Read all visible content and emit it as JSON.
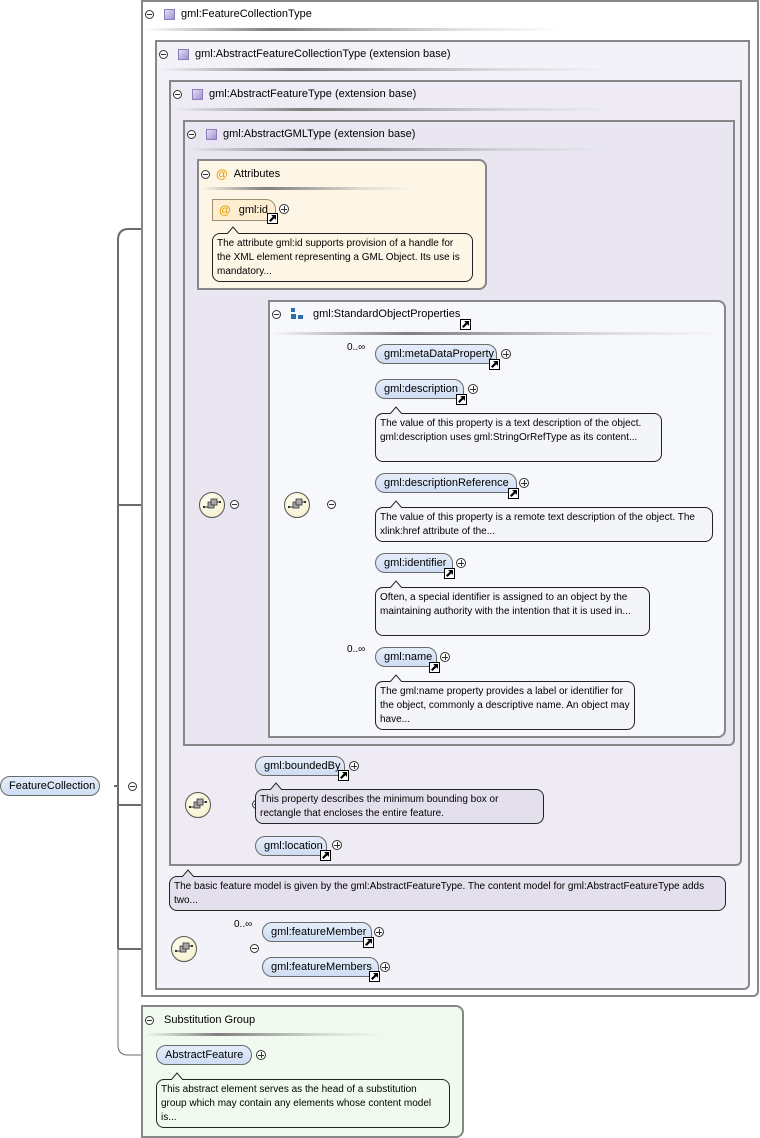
{
  "root_element": {
    "label": "FeatureCollection"
  },
  "type_box": {
    "label": "gml:FeatureCollectionType"
  },
  "base1": {
    "label": "gml:AbstractFeatureCollectionType (extension base)"
  },
  "base2": {
    "label": "gml:AbstractFeatureType (extension base)"
  },
  "base3": {
    "label": "gml:AbstractGMLType (extension base)"
  },
  "attributes": {
    "label": "Attributes",
    "items": [
      {
        "name": "gml:id",
        "doc": "The attribute gml:id supports provision of a handle for the XML element representing a GML Object. Its use is mandatory..."
      }
    ]
  },
  "group": {
    "label": "gml:StandardObjectProperties",
    "elements": [
      {
        "name": "gml:metaDataProperty",
        "cardinality": "0..∞",
        "doc": ""
      },
      {
        "name": "gml:description",
        "cardinality": "",
        "doc": "The value of this property is a text description of the object. gml:description uses gml:StringOrRefType as its content..."
      },
      {
        "name": "gml:descriptionReference",
        "cardinality": "",
        "doc": "The value of this property is a remote text description of the object. The xlink:href attribute of the..."
      },
      {
        "name": "gml:identifier",
        "cardinality": "",
        "doc": "Often, a special identifier is assigned to an object by the maintaining authority with the intention that it is used in..."
      },
      {
        "name": "gml:name",
        "cardinality": "0..∞",
        "doc": "The gml:name property provides a label or identifier for the object, commonly a descriptive name. An object may have..."
      }
    ]
  },
  "feature_seq": {
    "elements": [
      {
        "name": "gml:boundedBy",
        "doc": "This property describes the minimum bounding box or rectangle that encloses the entire feature."
      },
      {
        "name": "gml:location",
        "doc": ""
      }
    ]
  },
  "feature_type_doc": "The basic feature model is given by the gml:AbstractFeatureType. The content model for gml:AbstractFeatureType adds two...",
  "collection_seq": {
    "elements": [
      {
        "name": "gml:featureMember",
        "cardinality": "0..∞"
      },
      {
        "name": "gml:featureMembers",
        "cardinality": ""
      }
    ]
  },
  "substitution": {
    "label": "Substitution Group",
    "element": "AbstractFeature",
    "doc": "This abstract element serves as the head of a substitution group which may contain any elements whose content model is..."
  },
  "colors": {
    "box_border": "#878787",
    "element_fill": "#d9e4f6",
    "attr_fill": "#fdf4e0",
    "subst_fill": "#f1faee",
    "doc_fill": "#e6e1ef"
  }
}
